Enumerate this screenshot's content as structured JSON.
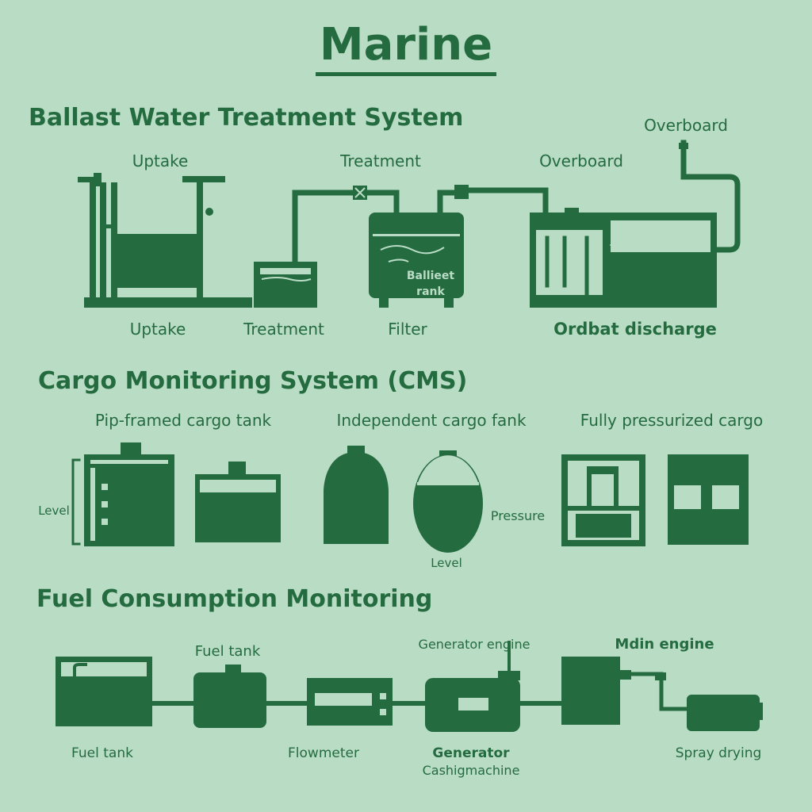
{
  "title": "Marine",
  "colors": {
    "background": "#b9dcc4",
    "ink": "#256b40"
  },
  "ballast": {
    "heading": "Ballast Water Treatment System",
    "top_labels": [
      "Uptake",
      "Treatment",
      "Overboard",
      "Overboard"
    ],
    "tank_text": [
      "Ballieet",
      "rank"
    ],
    "bottom_labels": [
      "Uptake",
      "Treatment",
      "Filter",
      "Ordbat discharge"
    ]
  },
  "cargo": {
    "heading": "Cargo Monitoring System (CMS)",
    "group_labels": [
      "Pip-framed cargo tank",
      "Independent cargo fank",
      "Fully pressurized cargo"
    ],
    "level_left": "Level",
    "pressure": "Pressure",
    "level_bottom": "Level"
  },
  "fuel": {
    "heading": "Fuel Consumption Monitoring",
    "top_labels": [
      "Fuel tank",
      "Generator engine",
      "Mdin engine"
    ],
    "bottom_labels": [
      "Fuel tank",
      "Flowmeter",
      "Spray drying"
    ],
    "generator_bold": "Generator",
    "generator_sub": "Cashigmachine"
  }
}
